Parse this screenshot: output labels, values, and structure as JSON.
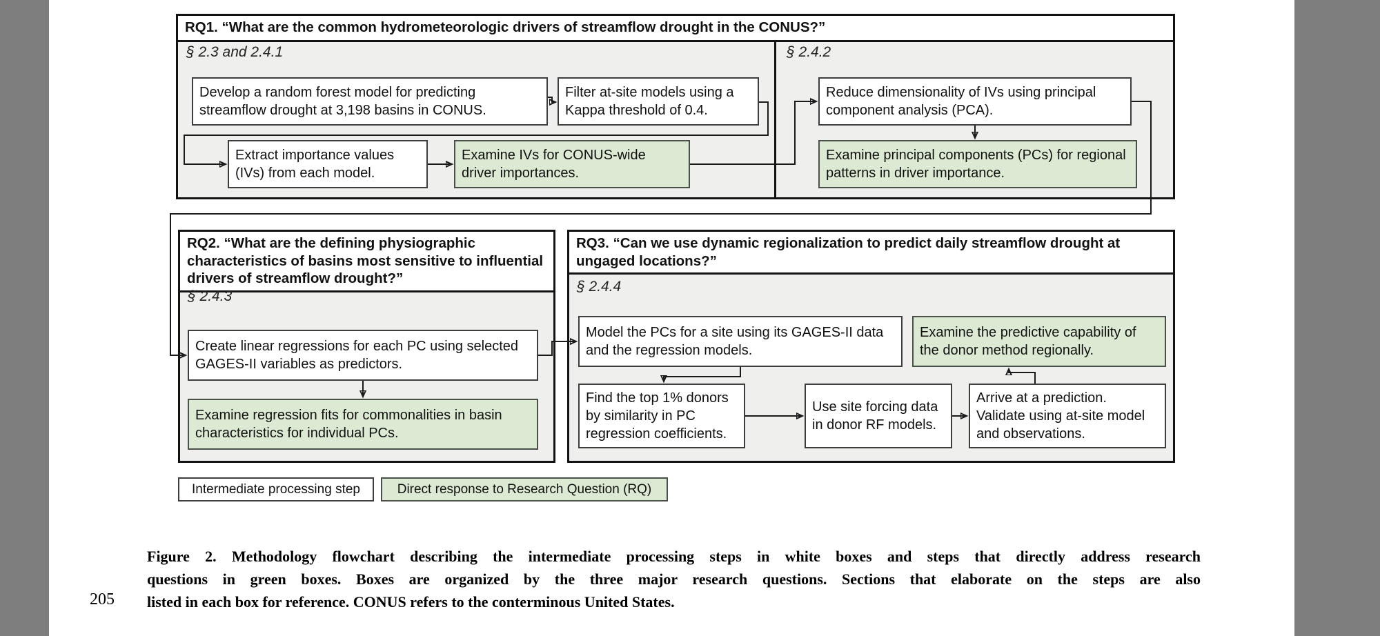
{
  "rq1": {
    "title": "RQ1. “What are the common hydrometeorologic drivers of streamflow drought in the CONUS?”",
    "section_left": "§ 2.3 and 2.4.1",
    "section_right": "§ 2.4.2",
    "boxes": {
      "develop": "Develop a random forest model for predicting streamflow drought at 3,198 basins in CONUS.",
      "filter": "Filter at-site models using a Kappa threshold of 0.4.",
      "extract": "Extract importance values (IVs) from each model.",
      "examine_ivs": "Examine IVs for CONUS-wide driver importances.",
      "reduce": "Reduce dimensionality of IVs using principal component analysis (PCA).",
      "examine_pcs": "Examine principal components (PCs) for regional patterns in driver importance."
    }
  },
  "rq2": {
    "title": "RQ2. “What are the defining physiographic characteristics of basins most sensitive to influential drivers of streamflow drought?”",
    "section": "§ 2.4.3",
    "boxes": {
      "create": "Create linear regressions for each PC using selected GAGES-II variables as predictors.",
      "examine_fits": "Examine regression fits for commonalities in basin characteristics for individual PCs."
    }
  },
  "rq3": {
    "title": "RQ3. “Can we use dynamic regionalization to predict daily streamflow drought at ungaged locations?”",
    "section": "§ 2.4.4",
    "boxes": {
      "model": "Model the PCs for a site using its GAGES-II data and the regression models.",
      "examine_pred": "Examine the predictive capability of the donor method regionally.",
      "find": "Find the top 1% donors by similarity in PC regression coefficients.",
      "use": "Use site forcing data in donor RF models.",
      "arrive": "Arrive at a prediction. Validate using at-site model and observations."
    }
  },
  "legend": {
    "white_label": "Intermediate processing step",
    "green_label": "Direct response to Research Question (RQ)"
  },
  "caption": {
    "lines": [
      "Figure 2. Methodology flowchart describing the intermediate processing steps in white boxes and steps that directly address research",
      "questions in green boxes. Boxes are organized by the three major research questions. Sections that elaborate on the steps are also",
      "listed in each box for reference. CONUS refers to the conterminous United States."
    ]
  },
  "page": {
    "line_number": "205"
  },
  "colors": {
    "viewer_background": "#7e7e7e",
    "panel_gray": "#efefee",
    "box_green": "#dce9d3",
    "line_dark": "#1a1a1a"
  }
}
